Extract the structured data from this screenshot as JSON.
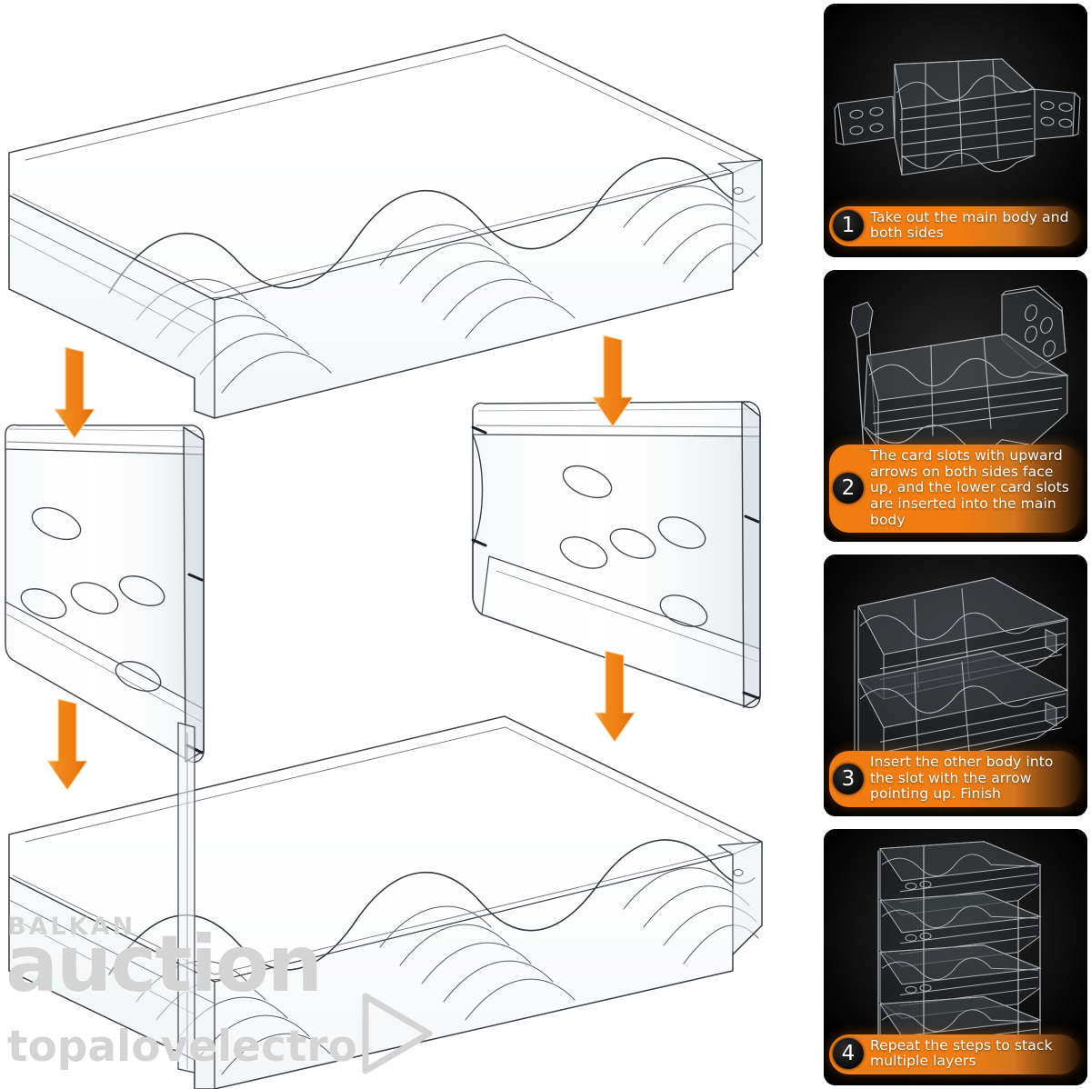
{
  "image": {
    "type": "product-assembly-instruction-graphic",
    "subject": "stackable clear acrylic refrigerator egg / can storage tray",
    "background_color": "#ffffff",
    "panel_background_color": "#000000",
    "accent_color": "#f07c12"
  },
  "diagram": {
    "title": "Exploded assembly view",
    "parts": [
      {
        "id": "top-tray",
        "name": "Main body tray (top)",
        "channels": 3,
        "ridges_per_channel": 6
      },
      {
        "id": "left-side",
        "name": "Left side panel",
        "holes": 5
      },
      {
        "id": "right-side",
        "name": "Right side panel",
        "holes": 5
      },
      {
        "id": "bottom-tray",
        "name": "Main body tray (bottom)",
        "channels": 3,
        "ridges_per_channel": 6
      }
    ],
    "arrows": [
      {
        "id": "arrow-1",
        "from": "top-tray",
        "to": "left-side",
        "direction": "down",
        "color": "#f07c12"
      },
      {
        "id": "arrow-2",
        "from": "top-tray",
        "to": "right-side",
        "direction": "down",
        "color": "#f07c12"
      },
      {
        "id": "arrow-3",
        "from": "left-side",
        "to": "bottom-tray",
        "direction": "down",
        "color": "#f07c12"
      },
      {
        "id": "arrow-4",
        "from": "right-side",
        "to": "bottom-tray",
        "direction": "down",
        "color": "#f07c12"
      }
    ]
  },
  "watermark": {
    "line1": "BALKAN",
    "line2": "auction",
    "line3": "topalovelectro",
    "play_glyph": "play-triangle",
    "color": "#d4d4d4"
  },
  "steps": [
    {
      "number": "1",
      "text": "Take out the main body and both sides",
      "photo": "tray-with-two-side-panels-detached"
    },
    {
      "number": "2",
      "text": "The card slots with upward arrows on both sides face up, and the lower card slots are inserted into the main body",
      "photo": "tray-with-side-panels-attached-upright"
    },
    {
      "number": "3",
      "text": "Insert the other body into the slot with the arrow pointing up. Finish",
      "photo": "two-trays-stacked-two-layers"
    },
    {
      "number": "4",
      "text": "Repeat the steps to stack multiple layers",
      "photo": "four-trays-stacked-multiple-layers"
    }
  ]
}
